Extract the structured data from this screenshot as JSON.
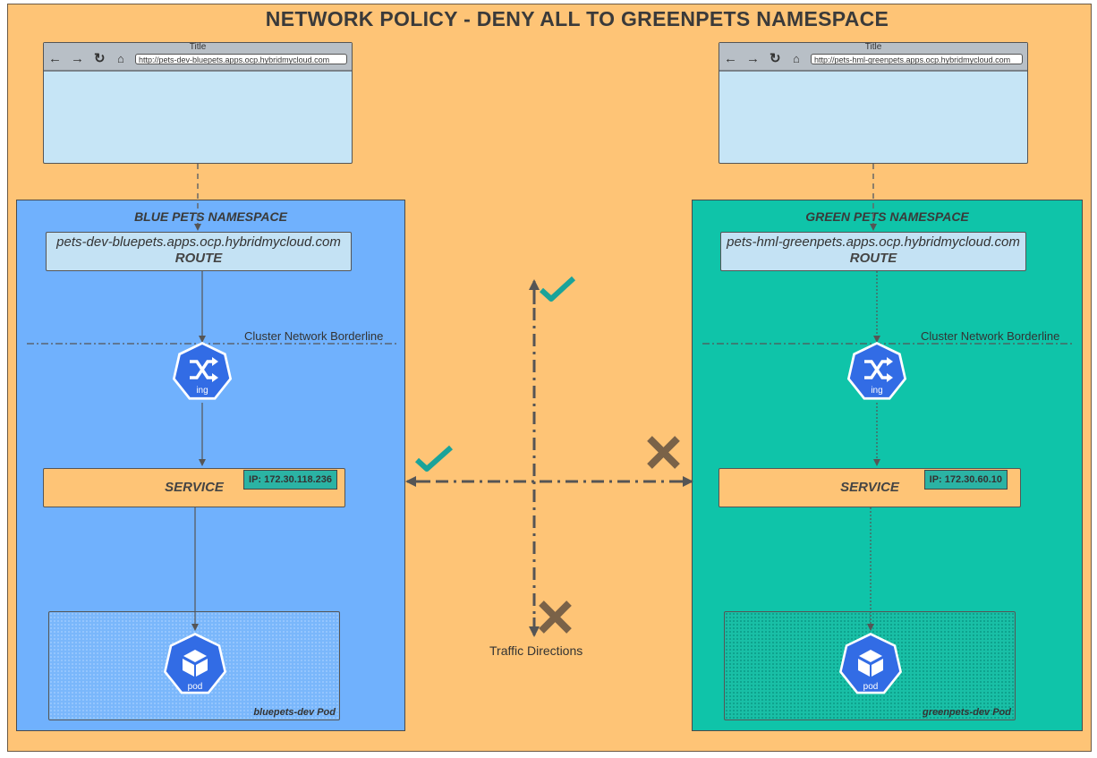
{
  "title": "NETWORK POLICY  - DENY ALL TO GREENPETS NAMESPACE",
  "colors": {
    "background": "#fec476",
    "blue_namespace": "#70b1fd",
    "green_namespace": "#0fc4a9",
    "check": "#1aa39a",
    "cross": "#7a6248",
    "k8s_icon": "#326ce5"
  },
  "blue": {
    "namespace_label": "BLUE PETS NAMESPACE",
    "browser_title": "Title",
    "browser_url": "http://pets-dev-bluepets.apps.ocp.hybridmycloud.com",
    "route_url": "pets-dev-bluepets.apps.ocp.hybridmycloud.com",
    "route_label": "ROUTE",
    "border_label": "Cluster Network Borderline",
    "ingress_icon_label": "ing",
    "service_label": "SERVICE",
    "service_ip": "IP: 172.30.118.236",
    "pod_icon_label": "pod",
    "pod_label": "bluepets-dev Pod"
  },
  "green": {
    "namespace_label": "GREEN PETS NAMESPACE",
    "browser_title": "Title",
    "browser_url": "http://pets-hml-greenpets.apps.ocp.hybridmycloud.com",
    "route_url": "pets-hml-greenpets.apps.ocp.hybridmycloud.com",
    "route_label": "ROUTE",
    "border_label": "Cluster Network Borderline",
    "ingress_icon_label": "ing",
    "service_label": "SERVICE",
    "service_ip": "IP: 172.30.60.10",
    "pod_icon_label": "pod",
    "pod_label": "greenpets-dev Pod"
  },
  "legend": {
    "traffic_label": "Traffic Directions",
    "up": "allowed",
    "down": "denied",
    "left": "allowed",
    "right": "denied"
  }
}
